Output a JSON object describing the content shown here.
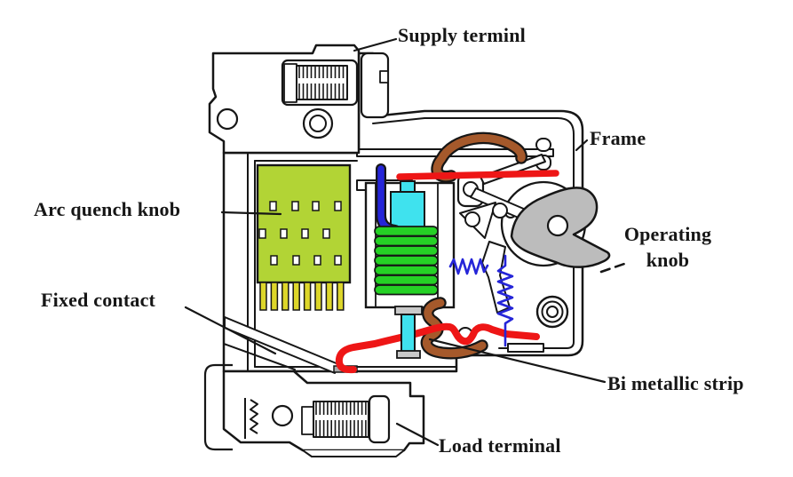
{
  "figure": {
    "kind": "labeled technical diagram",
    "subject": "Miniature circuit breaker cross-section",
    "background": "#ffffff"
  },
  "labels": {
    "supply_terminal": "Supply terminl",
    "frame": "Frame",
    "operating_knob": {
      "line1": "Operating",
      "line2": "knob"
    },
    "arc_quench_knob": "Arc quench knob",
    "fixed_contact": "Fixed contact",
    "bi_metallic_strip": "Bi metallic strip",
    "load_terminal": "Load terminal"
  },
  "colors": {
    "outline": "#161616",
    "arc_chamber_green": "#b2d435",
    "chute_teeth_yellow": "#ddd62a",
    "solenoid_coil_green": "#25d125",
    "plunger_cyan": "#3fe2ee",
    "conductor_red": "#ee1616",
    "copper_brown": "#a5592b",
    "spring_blue": "#2525d8",
    "operating_knob_gray": "#bcbcbc"
  }
}
